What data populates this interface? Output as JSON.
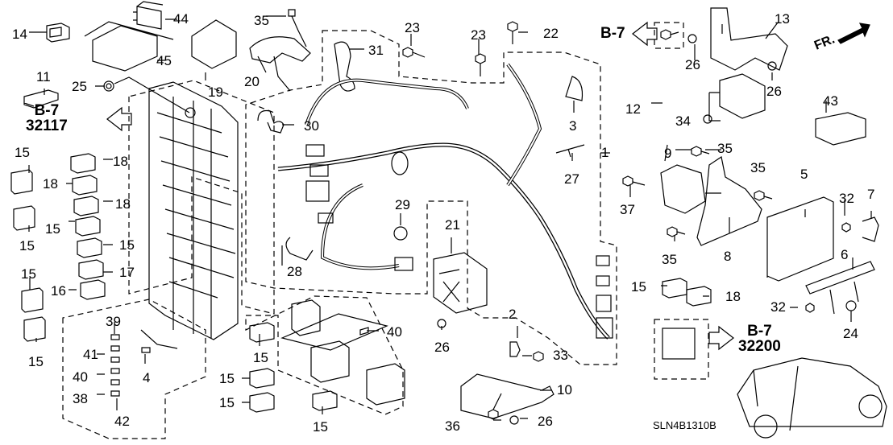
{
  "diagram": {
    "code": "SLN4B1310B",
    "direction_label": "FR.",
    "references": [
      {
        "id": "ref-b7-left-top",
        "label": "B-7",
        "part": "32117",
        "arrow": "left"
      },
      {
        "id": "ref-b7-top-right",
        "label": "B-7",
        "part": "",
        "arrow": "left"
      },
      {
        "id": "ref-b7-bottom-right",
        "label": "B-7",
        "part": "32200",
        "arrow": "right"
      }
    ],
    "callouts": {
      "c1": "1",
      "c2": "2",
      "c3": "3",
      "c4": "4",
      "c5": "5",
      "c6": "6",
      "c7": "7",
      "c8": "8",
      "c9": "9",
      "c10": "10",
      "c11": "11",
      "c12": "12",
      "c13": "13",
      "c14": "14",
      "c15a": "15",
      "c15b": "15",
      "c15c": "15",
      "c15d": "15",
      "c15e": "15",
      "c15f": "15",
      "c15g": "15",
      "c15h": "15",
      "c15i": "15",
      "c15j": "15",
      "c15k": "15",
      "c16": "16",
      "c17": "17",
      "c18a": "18",
      "c18b": "18",
      "c18c": "18",
      "c18d": "18",
      "c19": "19",
      "c20": "20",
      "c21": "21",
      "c22": "22",
      "c23a": "23",
      "c23b": "23",
      "c24": "24",
      "c25": "25",
      "c26a": "26",
      "c26b": "26",
      "c26c": "26",
      "c26d": "26",
      "c27": "27",
      "c28": "28",
      "c29": "29",
      "c30": "30",
      "c31": "31",
      "c32a": "32",
      "c32b": "32",
      "c33": "33",
      "c34": "34",
      "c35a": "35",
      "c35b": "35",
      "c35c": "35",
      "c35d": "35",
      "c36": "36",
      "c37": "37",
      "c38": "38",
      "c39": "39",
      "c40a": "40",
      "c40b": "40",
      "c41": "41",
      "c42": "42",
      "c43": "43",
      "c44": "44",
      "c45": "45"
    }
  }
}
